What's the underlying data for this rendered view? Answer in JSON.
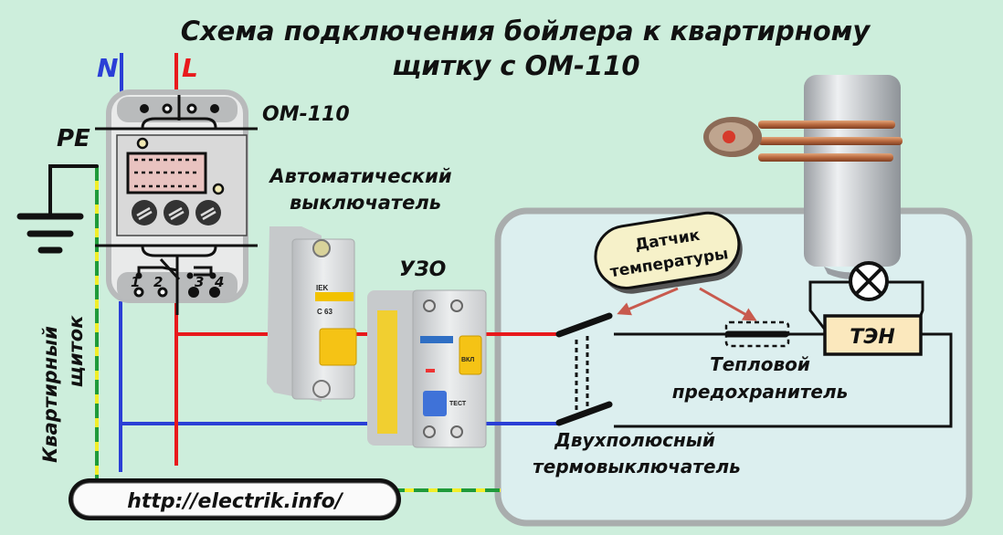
{
  "title": {
    "line1": "Схема подключения бойлера к квартирному",
    "line2": "щитку с ОМ-110"
  },
  "wires": {
    "neutral_label": "N",
    "line_label": "L",
    "pe_label": "PE"
  },
  "labels": {
    "om110": "ОМ-110",
    "breaker_line1": "Автоматический",
    "breaker_line2": "выключатель",
    "rcd": "УЗО",
    "panel_line1": "Квартирный",
    "panel_line2": "щиток",
    "sensor_line1": "Датчик",
    "sensor_line2": "температуры",
    "heater": "ТЭН",
    "fuse_line1": "Тепловой",
    "fuse_line2": "предохранитель",
    "switch_line1": "Двухполюсный",
    "switch_line2": "термовыключатель",
    "url": "http://electrik.info/"
  },
  "om110_terminals": [
    "1",
    "2",
    "3",
    "4"
  ],
  "devices": {
    "breaker_brand": "IEK",
    "breaker_rating": "C 63",
    "rcd_on_label": "ВКЛ",
    "rcd_test_label": "ТЕСТ"
  },
  "colors": {
    "background": "#cdeedc",
    "line_wire": "#e8191c",
    "neutral_wire": "#2a3fd6",
    "pe_green": "#1f9a3a",
    "pe_yellow": "#f2ee2a",
    "arrow": "#c85a4e",
    "boiler_box": "#dcefef"
  }
}
